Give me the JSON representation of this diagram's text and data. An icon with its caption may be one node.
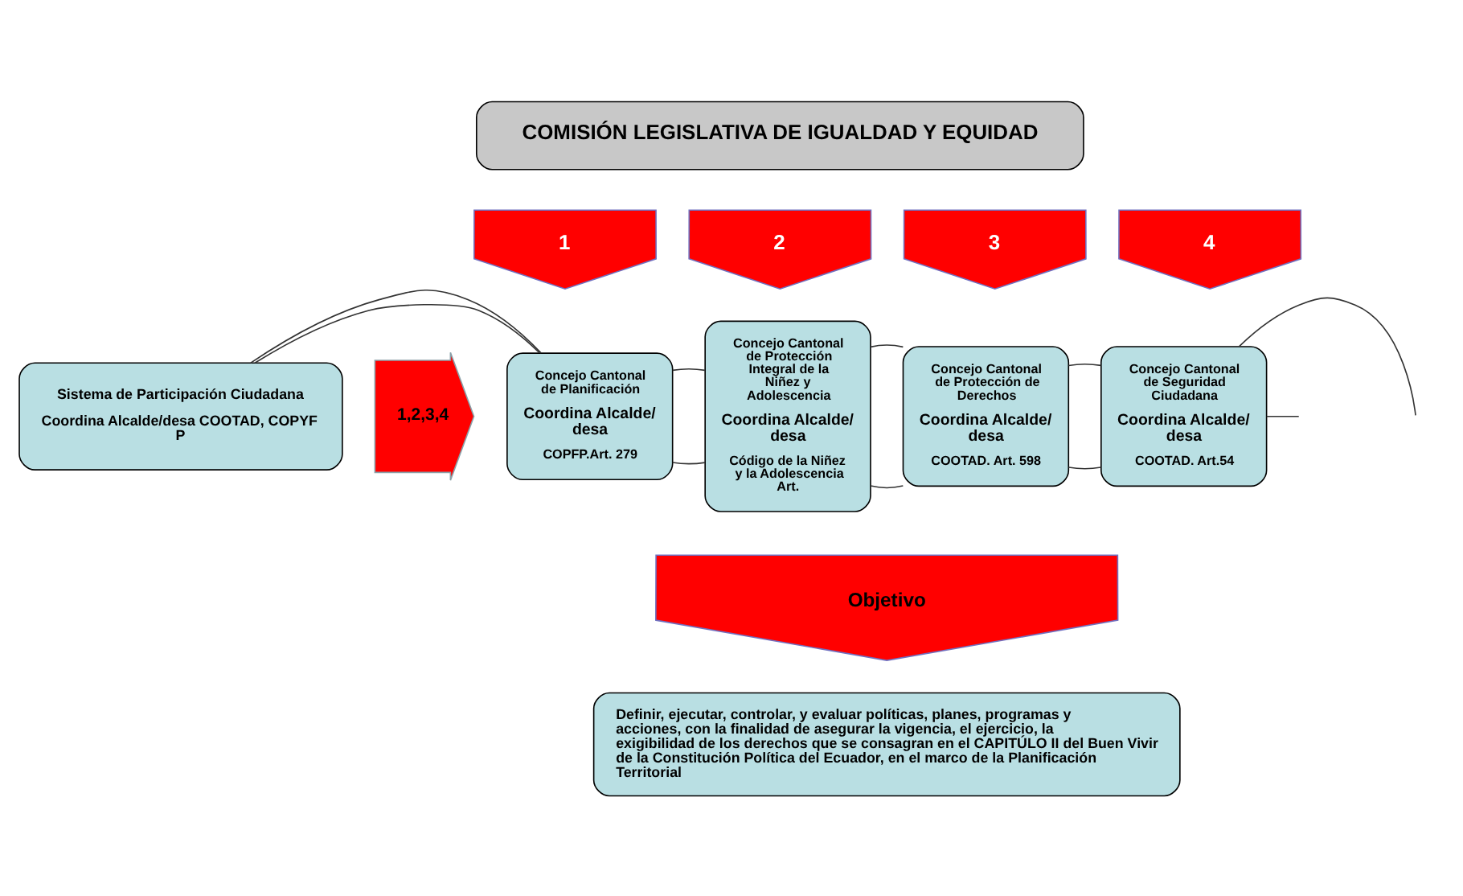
{
  "diagram": {
    "nodes": [
      {
        "text": [
          "COMISIÓN LEGISLATIVA DE IGUALDAD Y EQUIDAD"
        ]
      },
      {
        "text": [
          "Sistema de Participación Ciudadana",
          "Coordina Alcalde/desa COOTAD, COPYF P"
        ]
      },
      {
        "text": [
          "1,2,3,4"
        ]
      },
      {
        "text": [
          "1"
        ]
      },
      {
        "text": [
          "Concejo Cantonal de Planificación",
          "Coordina Alcalde/ desa",
          "COPFP.Art. 279"
        ]
      },
      {
        "text": [
          "2"
        ]
      },
      {
        "text": [
          "Concejo Cantonal de Protección Integral de la Niñez y Adolescencia",
          "Coordina Alcalde/ desa",
          "Código de la Niñez y la Adolescencia Art."
        ]
      },
      {
        "text": [
          "3"
        ]
      },
      {
        "text": [
          "Concejo Cantonal de Protección de Derechos",
          "Coordina Alcalde/ desa",
          "COOTAD. Art. 598"
        ]
      },
      {
        "text": [
          "4"
        ]
      },
      {
        "text": [
          "Concejo Cantonal de Seguridad Ciudadana",
          "Coordina Alcalde/ desa",
          "COOTAD. Art.54"
        ]
      },
      {
        "text": [
          "Objetivo"
        ]
      },
      {
        "text": [
          "Definir, ejecutar, controlar, y evaluar políticas, planes, programas y acciones, con la finalidad de asegurar la vigencia, el ejercicio, la exigibilidad de los derechos que se consagran en el CAPITÚLO II del Buen Vivir de la Constitución Política del Ecuador, en el marco de la Planificación Territorial"
        ]
      }
    ],
    "edges": [
      {
        "from": 1,
        "to": 4,
        "arrow": "none"
      },
      {
        "from": 1,
        "to": 4,
        "arrow": "none"
      },
      {
        "from": 4,
        "to": 6,
        "arrow": "none"
      },
      {
        "from": 4,
        "to": 6,
        "arrow": "none"
      },
      {
        "from": 6,
        "to": 8,
        "arrow": "none"
      },
      {
        "from": 6,
        "to": 8,
        "arrow": "none"
      },
      {
        "from": 8,
        "to": 10,
        "arrow": "none"
      },
      {
        "from": 8,
        "to": 10,
        "arrow": "none"
      },
      {
        "from": 10,
        "to": null,
        "arrow": "none"
      },
      {
        "from": 10,
        "to": null,
        "arrow": "none"
      }
    ]
  }
}
